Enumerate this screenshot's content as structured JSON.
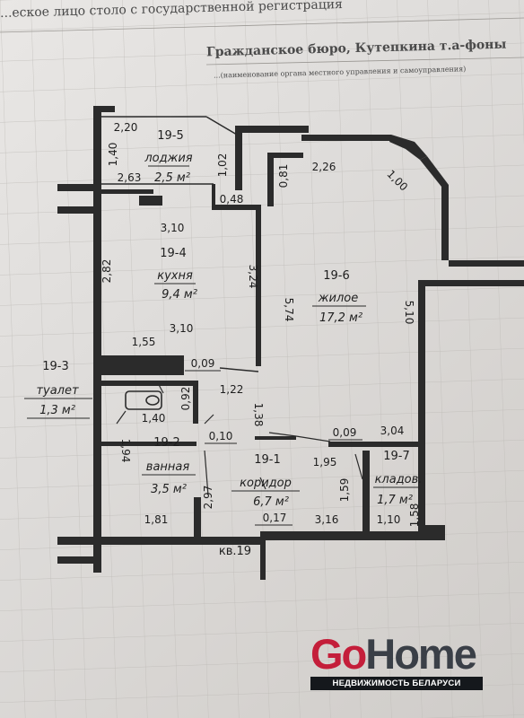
{
  "header": {
    "line1": "...еское лицо столо с государственной регистрация",
    "line2": "Гражданское бюро, Кутепкина т.а-фоны",
    "line3": "...(наименование органа местного управления и самоуправления)"
  },
  "rooms": {
    "loggia": {
      "code": "19-5",
      "name": "лоджия",
      "area": "2,5 м²"
    },
    "kitchen": {
      "code": "19-4",
      "name": "кухня",
      "area": "9,4 м²"
    },
    "living": {
      "code": "19-6",
      "name": "жилое",
      "area": "17,2 м²"
    },
    "toilet": {
      "code": "19-3",
      "name": "туалет",
      "area": "1,3 м²"
    },
    "bath": {
      "code": "19-2",
      "name": "ванная",
      "area": "3,5 м²"
    },
    "corridor": {
      "code": "19-1",
      "name": "коридор",
      "area": "6,7 м²"
    },
    "storage": {
      "code": "19-7",
      "name": "кладов.",
      "area": "1,7 м²"
    }
  },
  "dims": {
    "d_2_20": "2,20",
    "d_1_40": "1,40",
    "d_2_63": "2,63",
    "d_1_02": "1,02",
    "d_0_48": "0,48",
    "d_3_10a": "3,10",
    "d_2_82": "2,82",
    "d_3_24": "3,24",
    "d_3_10b": "3,10",
    "d_1_55": "1,55",
    "d_0_09a": "0,09",
    "d_1_22": "1,22",
    "d_0_92": "0,92",
    "d_1_40b": "1,40",
    "d_1_38": "1,38",
    "d_0_10": "0,10",
    "d_1_94": "1,94",
    "d_2_97": "2,97",
    "d_1_81": "1,81",
    "d_0_17": "0,17",
    "d_3_16": "3,16",
    "d_1_59": "1,59",
    "d_1_95": "1,95",
    "d_0_09b": "0,09",
    "d_3_04": "3,04",
    "d_1_10": "1,10",
    "d_1_58": "1,58",
    "d_0_81": "0,81",
    "d_2_26": "2,26",
    "d_1_00": "1,00",
    "d_5_74": "5,74",
    "d_5_10": "5,10"
  },
  "apartment": "кв.19",
  "brand": {
    "part1": "Go",
    "part2": "Home",
    "tagline": "НЕДВИЖИМОСТЬ БЕЛАРУСИ",
    "accent": "#c41e3a"
  }
}
